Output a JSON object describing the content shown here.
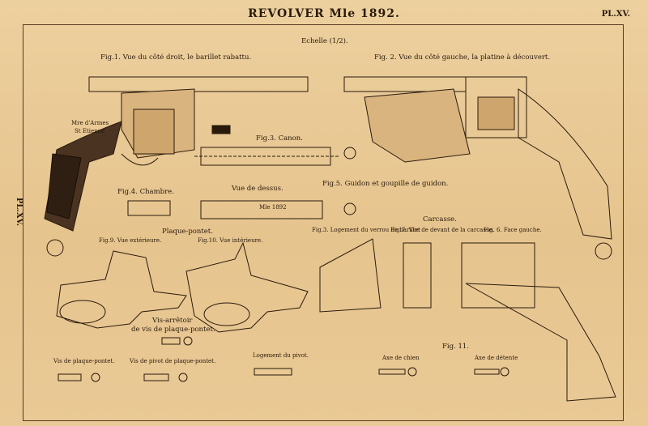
{
  "header": {
    "title": "REVOLVER Mle 1892.",
    "plate": "PL.XV."
  },
  "side_label": "PL.XV.",
  "scale": "Echelle (1/2).",
  "figures": {
    "fig1": "Fig.1. Vue du côté droit, le barillet rabattu.",
    "fig2": "Fig. 2. Vue du côté gauche, la platine à découvert.",
    "fig3": "Fig.3. Canon.",
    "fig4": "Fig.4. Chambre.",
    "fig5": "Fig.5. Guidon et goupille de guidon.",
    "top_view": "Vue de dessus.",
    "plaque_pontet": "Plaque-pontet.",
    "fig9": "Fig.9. Vue extérieure.",
    "fig10": "Fig.10. Vue intérieure.",
    "carcasse": "Carcasse.",
    "carc_a": "Fig.3. Logement du verrou de barillet",
    "carc_b": "Fig.7. Vue de devant de la carcasse.",
    "carc_c": "Fig. 6. Face gauche.",
    "vis_arretoir": "Vis-arrêtoir",
    "vis_arretoir2": "de vis de plaque-pontet.",
    "vis_plaque": "Vis de plaque-pontet.",
    "vis_pivot": "Vis de pivot de plaque-pontet.",
    "logement_pivot": "Logement du pivot.",
    "fig11": "Fig. 11.",
    "axe_chien": "Axe de chien",
    "axe_detente": "Axe de détente"
  },
  "engravings": {
    "maker1": "Mre d'Armes",
    "maker2": "St Etienne",
    "marking1": "Mle 1892"
  },
  "colors": {
    "paper": "#e8c793",
    "ink": "#2a1a0c"
  }
}
